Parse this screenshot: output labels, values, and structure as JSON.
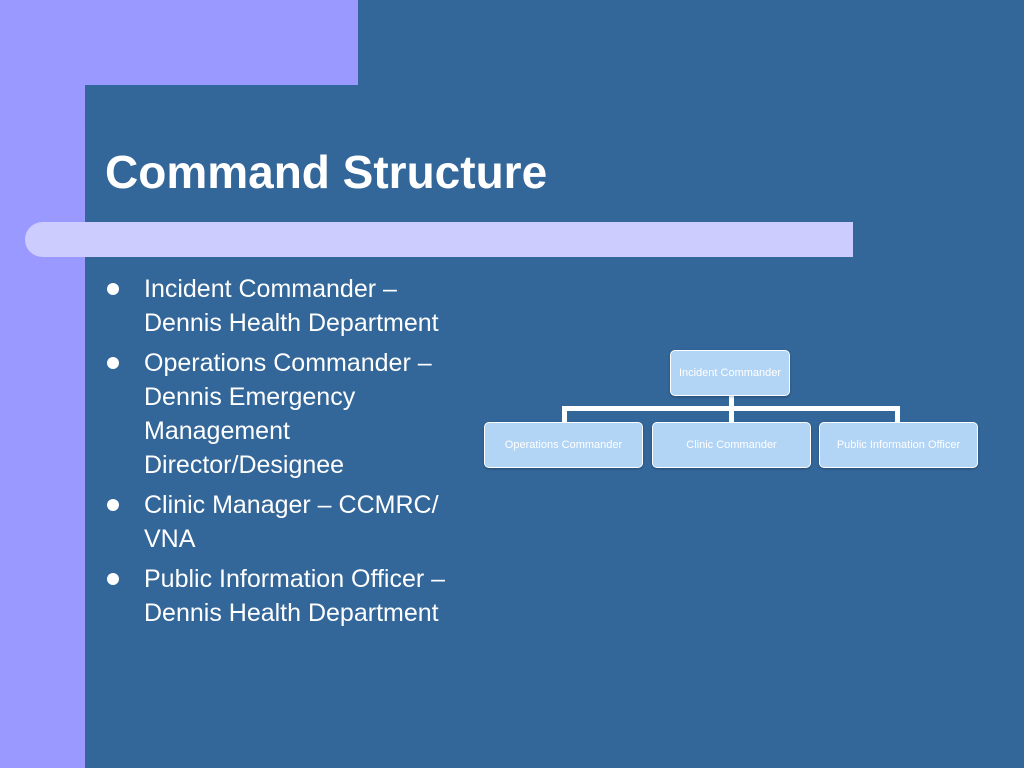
{
  "slide": {
    "title": "Command Structure",
    "bullets": [
      [
        "Incident Commander –",
        "Dennis Health Department"
      ],
      [
        "Operations Commander –",
        "Dennis Emergency",
        "Management",
        "Director/Designee"
      ],
      [
        "Clinic Manager – CCMRC/",
        "VNA"
      ],
      [
        "Public Information Officer –",
        "Dennis Health Department"
      ]
    ]
  },
  "org_chart": {
    "top": "Incident Commander",
    "children": [
      "Operations Commander",
      "Clinic Commander",
      "Public Information Officer"
    ]
  },
  "colors": {
    "background": "#336699",
    "accent": "#9999ff",
    "title_bar": "#ccccff",
    "box_fill": "#b2d4f5",
    "text": "#ffffff"
  }
}
